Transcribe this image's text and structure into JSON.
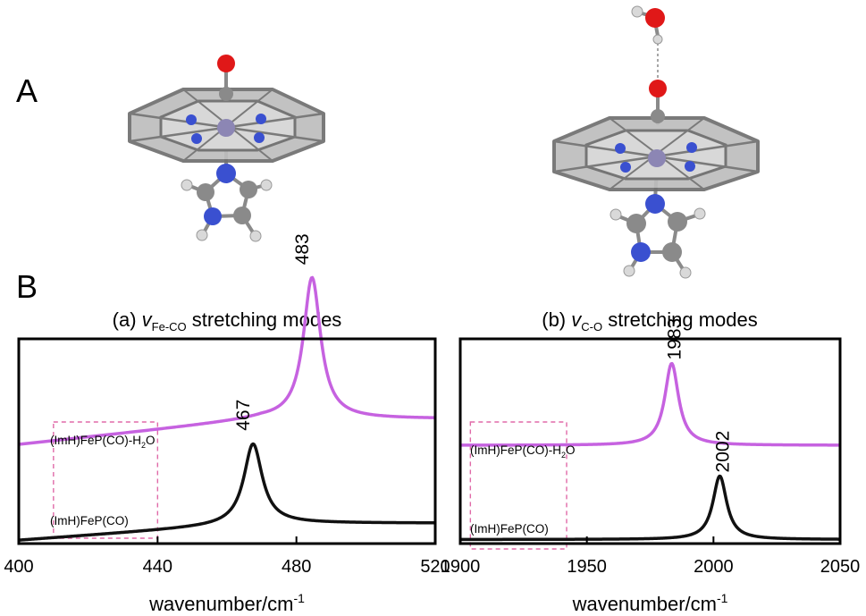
{
  "panel_labels": {
    "top": "A",
    "bottom": "B"
  },
  "colors": {
    "complex_with_water": "#c662e0",
    "complex": "#111111",
    "highlight_box": "#e06aa8",
    "oxygen": "#e01818",
    "nitrogen": "#3a50d0",
    "iron": "#8c86b4",
    "carbon": "#8a8a8a",
    "hydrogen": "#d9d9d9"
  },
  "chart_data": [
    {
      "type": "line",
      "title_prefix": "(a) ",
      "title_symbol": "v",
      "title_subscript": "Fe-CO",
      "title_suffix": " stretching modes",
      "xlabel": "wavenumber/cm",
      "xlabel_superscript": "-1",
      "xlim": [
        400,
        520
      ],
      "xticks": [
        400,
        440,
        480,
        520
      ],
      "y_ticks_shown": false,
      "grid": false,
      "series": [
        {
          "label_main": "(ImH)FeP(CO)-H",
          "label_sub": "2",
          "label_end": "O",
          "color": "#c662e0",
          "baseline": 0.61,
          "slope": -0.0018,
          "peak_center": 484.5,
          "peak_height": 0.69,
          "peak_width": 3.0,
          "peak_label": "483"
        },
        {
          "label_main": "(ImH)FeP(CO)",
          "label_sub": "",
          "label_end": "",
          "color": "#111111",
          "baseline": 0.1,
          "slope": -0.0012,
          "peak_center": 467.5,
          "peak_height": 0.39,
          "peak_width": 3.2,
          "peak_label": "467"
        }
      ]
    },
    {
      "type": "line",
      "title_prefix": "(b) ",
      "title_symbol": "v",
      "title_subscript": "C-O",
      "title_suffix": " stretching modes",
      "xlabel": "wavenumber/cm",
      "xlabel_superscript": "-1",
      "xlim": [
        1900,
        2050
      ],
      "xticks": [
        1900,
        1950,
        2000,
        2050
      ],
      "y_ticks_shown": false,
      "grid": false,
      "series": [
        {
          "label_main": "(ImH)FeP(CO)-H",
          "label_sub": "2",
          "label_end": "O",
          "color": "#c662e0",
          "baseline": 0.48,
          "slope": 0,
          "peak_center": 1983.5,
          "peak_height": 0.4,
          "peak_width": 3.3,
          "peak_label": "1983"
        },
        {
          "label_main": "(ImH)FeP(CO)",
          "label_sub": "",
          "label_end": "",
          "color": "#111111",
          "baseline": 0.02,
          "slope": 0,
          "peak_center": 2002.5,
          "peak_height": 0.31,
          "peak_width": 3.3,
          "peak_label": "2002"
        }
      ]
    }
  ]
}
